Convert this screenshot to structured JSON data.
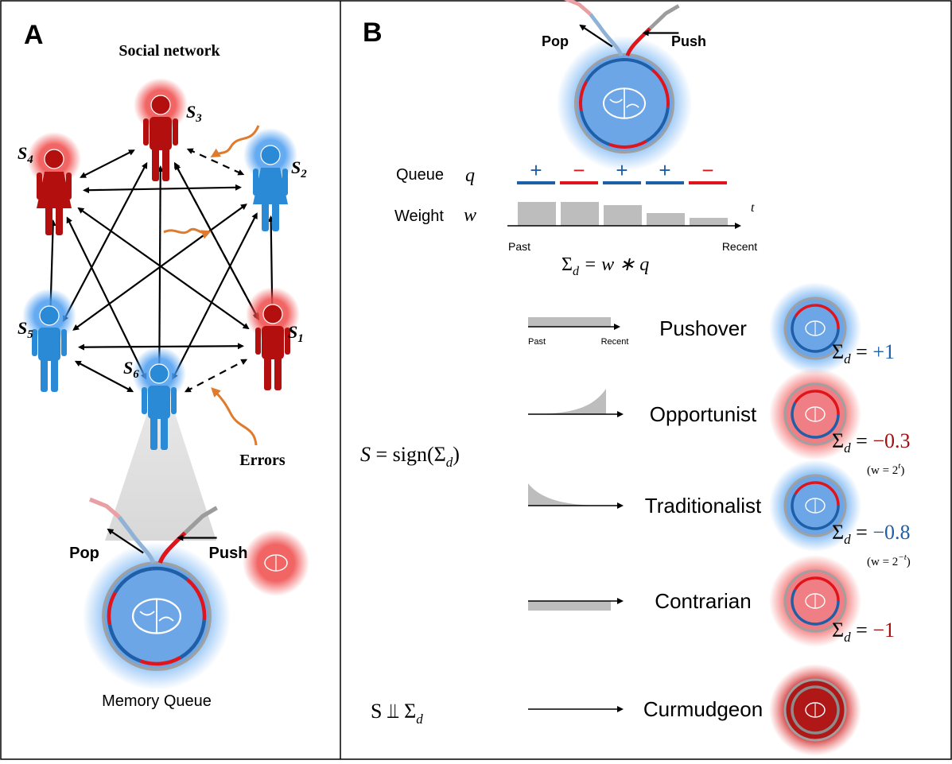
{
  "panel_a": {
    "label": "A",
    "title": "Social network",
    "errors_label": "Errors",
    "pop_label": "Pop",
    "push_label": "Push",
    "memory_queue_label": "Memory Queue",
    "agents": [
      {
        "id": "s1",
        "sub": "1",
        "color": "red"
      },
      {
        "id": "s2",
        "sub": "2",
        "color": "blue"
      },
      {
        "id": "s3",
        "sub": "3",
        "color": "red"
      },
      {
        "id": "s4",
        "sub": "4",
        "color": "red"
      },
      {
        "id": "s5",
        "sub": "5",
        "color": "blue"
      },
      {
        "id": "s6",
        "sub": "6",
        "color": "blue"
      }
    ],
    "agent_letter": "S"
  },
  "panel_b": {
    "label": "B",
    "pop_label": "Pop",
    "push_label": "Push",
    "queue_label": "Queue",
    "queue_symbol": "q",
    "weight_label": "Weight",
    "weight_symbol": "w",
    "axis_var": "t",
    "past_label": "Past",
    "recent_label": "Recent",
    "queue_signs": [
      "+",
      "−",
      "+",
      "+",
      "−"
    ],
    "sum_formula": {
      "sigma": "Σ",
      "sub": "d",
      "rhs": " = w ∗ q"
    },
    "sign_formula": {
      "lhs": "S = sign(Σ",
      "sub": "d",
      "close": ")"
    },
    "indep_formula": {
      "lhs": "S ⫫ Σ",
      "sub": "d"
    },
    "types": [
      {
        "name": "Pushover",
        "value": "+1",
        "value_color": "#1f5fa8",
        "note": "",
        "small_past": "Past",
        "small_recent": "Recent"
      },
      {
        "name": "Opportunist",
        "value": "−0.3",
        "value_color": "#a01010",
        "note": "(w = 2",
        "note_exp": "t",
        "note_close": ")"
      },
      {
        "name": "Traditionalist",
        "value": "−0.8",
        "value_color": "#1f5fa8",
        "note": "(w = 2",
        "note_exp": "−t",
        "note_close": ")"
      },
      {
        "name": "Contrarian",
        "value": "−1",
        "value_color": "#a01010",
        "note": ""
      },
      {
        "name": "Curmudgeon",
        "value": "",
        "note": ""
      }
    ],
    "sigma_prefix": "Σ",
    "sigma_sub": "d",
    "equals": " = "
  },
  "colors": {
    "red_agent": "#b40f0f",
    "blue_agent": "#2a8ad6",
    "queue_blue": "#1f5fa8",
    "queue_red": "#e0151b",
    "weight_bar": "#bdbdbd",
    "brain_fill": "#7aaee6",
    "arrow_orange": "#e07a2c"
  }
}
